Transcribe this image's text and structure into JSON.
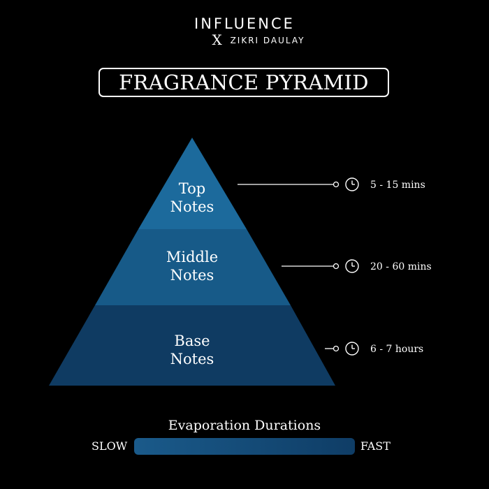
{
  "brand": {
    "name": "INFLUENCE",
    "collab_mark": "X",
    "collab_name": "ZIKRI DAULAY"
  },
  "title": "FRAGRANCE PYRAMID",
  "tiers": [
    {
      "line1": "Top",
      "line2": "Notes",
      "duration": "5 - 15 mins",
      "color": "#1c6a9c"
    },
    {
      "line1": "Middle",
      "line2": "Notes",
      "duration": "20 - 60 mins",
      "color": "#175a88"
    },
    {
      "line1": "Base",
      "line2": "Notes",
      "duration": "6 - 7 hours",
      "color": "#0f3b62"
    }
  ],
  "icons": {
    "duration": "clock-icon"
  },
  "legend": {
    "title": "Evaporation Durations",
    "left_label": "SLOW",
    "right_label": "FAST"
  }
}
